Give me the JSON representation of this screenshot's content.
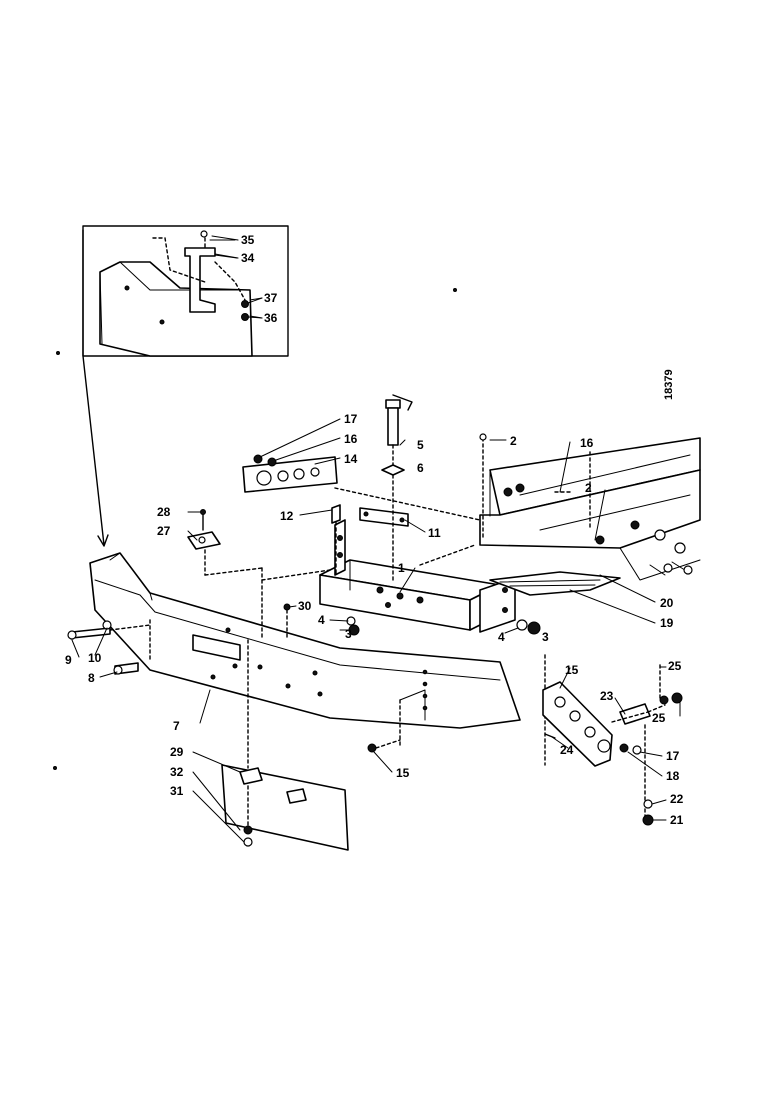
{
  "figure": {
    "drawing_number": "18379"
  },
  "callouts": [
    {
      "id": "c1",
      "text": "1"
    },
    {
      "id": "c2a",
      "text": "2"
    },
    {
      "id": "c2b",
      "text": "2"
    },
    {
      "id": "c3a",
      "text": "3"
    },
    {
      "id": "c3b",
      "text": "3"
    },
    {
      "id": "c4a",
      "text": "4"
    },
    {
      "id": "c4b",
      "text": "4"
    },
    {
      "id": "c5",
      "text": "5"
    },
    {
      "id": "c6",
      "text": "6"
    },
    {
      "id": "c7",
      "text": "7"
    },
    {
      "id": "c8",
      "text": "8"
    },
    {
      "id": "c9",
      "text": "9"
    },
    {
      "id": "c10",
      "text": "10"
    },
    {
      "id": "c11",
      "text": "11"
    },
    {
      "id": "c12",
      "text": "12"
    },
    {
      "id": "c14",
      "text": "14"
    },
    {
      "id": "c15a",
      "text": "15"
    },
    {
      "id": "c15b",
      "text": "15"
    },
    {
      "id": "c16a",
      "text": "16"
    },
    {
      "id": "c16b",
      "text": "16"
    },
    {
      "id": "c17a",
      "text": "17"
    },
    {
      "id": "c17b",
      "text": "17"
    },
    {
      "id": "c18",
      "text": "18"
    },
    {
      "id": "c19",
      "text": "19"
    },
    {
      "id": "c20",
      "text": "20"
    },
    {
      "id": "c21",
      "text": "21"
    },
    {
      "id": "c22",
      "text": "22"
    },
    {
      "id": "c23",
      "text": "23"
    },
    {
      "id": "c24",
      "text": "24"
    },
    {
      "id": "c25a",
      "text": "25"
    },
    {
      "id": "c25b",
      "text": "25"
    },
    {
      "id": "c27",
      "text": "27"
    },
    {
      "id": "c28",
      "text": "28"
    },
    {
      "id": "c29",
      "text": "29"
    },
    {
      "id": "c30",
      "text": "30"
    },
    {
      "id": "c31",
      "text": "31"
    },
    {
      "id": "c32",
      "text": "32"
    },
    {
      "id": "c34",
      "text": "34"
    },
    {
      "id": "c35",
      "text": "35"
    },
    {
      "id": "c36",
      "text": "36"
    },
    {
      "id": "c37",
      "text": "37"
    }
  ]
}
